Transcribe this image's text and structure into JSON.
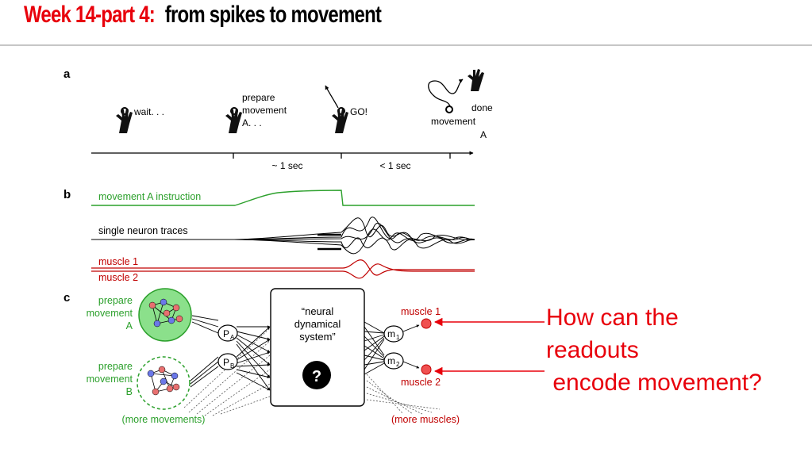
{
  "header": {
    "title_part1": "Week 14-part 4:",
    "title_part2": "from spikes to movement"
  },
  "panel_a": {
    "label": "a",
    "events": [
      {
        "line1": "wait. . .",
        "line2": "",
        "line3": ""
      },
      {
        "line1": "prepare",
        "line2": "movement",
        "line3": "A. . ."
      },
      {
        "line1": "GO!",
        "line2": "",
        "line3": ""
      },
      {
        "line1": "done",
        "line2": "movement",
        "line3": "A"
      }
    ],
    "interval_1": "~ 1 sec",
    "interval_2": "< 1 sec"
  },
  "panel_b": {
    "label": "b",
    "trace_instruction": "movement A instruction",
    "trace_neurons": "single neuron traces",
    "trace_muscle1": "muscle 1",
    "trace_muscle2": "muscle 2",
    "colors": {
      "instruction": "#2ca02c",
      "muscle": "#c00000"
    }
  },
  "panel_c": {
    "label": "c",
    "pop_a": {
      "line1": "prepare",
      "line2": "movement",
      "line3": "A",
      "node": "P",
      "sub": "A"
    },
    "pop_b": {
      "line1": "prepare",
      "line2": "movement",
      "line3": "B",
      "node": "P",
      "sub": "B"
    },
    "more_movements": "(more movements)",
    "system_line1": "“neural",
    "system_line2": "dynamical",
    "system_line3": "system”",
    "system_unknown": "?",
    "out_1": {
      "node": "m",
      "sub": "1",
      "label": "muscle 1"
    },
    "out_2": {
      "node": "m",
      "sub": "2",
      "label": "muscle 2"
    },
    "more_muscles": "(more muscles)"
  },
  "question": {
    "line1": "How can the",
    "line2": "readouts",
    "line3": " encode movement?"
  }
}
